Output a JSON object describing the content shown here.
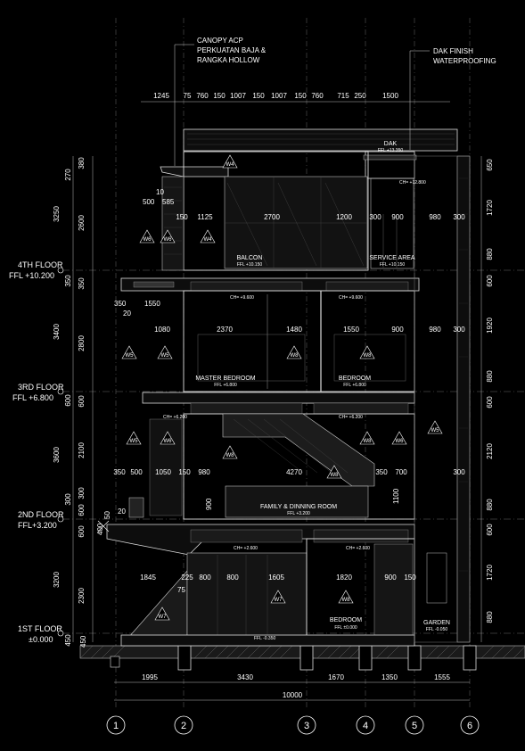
{
  "annotations": {
    "canopy": [
      "CANOPY ACP",
      "PERKUATAN BAJA &",
      "RANGKA HOLLOW"
    ],
    "roof_finish": [
      "DAK FINISH",
      "WATERPROOFING"
    ]
  },
  "floors": [
    {
      "name": "4TH FLOOR",
      "level": "FFL +10.200"
    },
    {
      "name": "3RD FLOOR",
      "level": "FFL +6.800"
    },
    {
      "name": "2ND FLOOR",
      "level": "FFL+3.200"
    },
    {
      "name": "1ST FLOOR",
      "level": "±0.000"
    }
  ],
  "rooms": [
    {
      "name": "DAK",
      "level": "FFL +13.350"
    },
    {
      "name": "BALCON",
      "level": "FFL +10.150"
    },
    {
      "name": "SERVICE AREA",
      "level": "FFL +10.150"
    },
    {
      "name": "MASTER BEDROOM",
      "level": "FFL +6.800"
    },
    {
      "name": "BEDROOM",
      "level": "FFL +6.800"
    },
    {
      "name": "FAMILY & DINNING ROOM",
      "level": "FFL +3.200"
    },
    {
      "name": "BEDROOM",
      "level": "FFL ±0.000"
    },
    {
      "name": "GARDEN",
      "level": "FFL -0.050"
    }
  ],
  "top_dims": [
    "1245",
    "75",
    "760",
    "150",
    "1007",
    "150",
    "1007",
    "150",
    "760",
    "715",
    "250",
    "1500"
  ],
  "row4_dims": [
    "150",
    "1125",
    "2700",
    "1200",
    "300",
    "900",
    "980",
    "300"
  ],
  "row3_dims": [
    "1080",
    "2370",
    "1480",
    "1550",
    "900",
    "980",
    "300"
  ],
  "row2_dims": [
    "350",
    "500",
    "1050",
    "150",
    "980",
    "4270",
    "350",
    "700",
    "300"
  ],
  "row1_dims": [
    "1845",
    "225",
    "800",
    "800",
    "1605",
    "1820",
    "900",
    "150"
  ],
  "misc_dims": [
    "10",
    "500",
    "585",
    "350",
    "1550",
    "20",
    "1100",
    "900",
    "75",
    "400",
    "50",
    "20",
    "450"
  ],
  "left_dims_outer": [
    "270",
    "3250",
    "350",
    "3400",
    "600",
    "3600",
    "300",
    "3200",
    "450"
  ],
  "left_dims_inner": [
    "380",
    "2600",
    "350",
    "2800",
    "600",
    "2100",
    "600",
    "300",
    "600",
    "2300"
  ],
  "right_dims": [
    "650",
    "1720",
    "880",
    "600",
    "1920",
    "880",
    "600",
    "2120",
    "880",
    "600",
    "1720",
    "880"
  ],
  "bottom_dims": [
    "1995",
    "3430",
    "1670",
    "1350",
    "1555"
  ],
  "bottom_total": "10000",
  "ceiling_tags": [
    "CH= +12.800",
    "CH= +9.600",
    "CH= +9.600",
    "CH= +6.200",
    "CH= +6.200",
    "CH= +2.600",
    "CH= +2.600"
  ],
  "slab_tags": [
    "FFL -0.350"
  ],
  "window_tags": [
    "W4",
    "W6",
    "W6",
    "W4",
    "W5",
    "W5",
    "W8",
    "W8",
    "W5",
    "W6",
    "W8",
    "W6",
    "W8",
    "W5",
    "W7",
    "W7",
    "W8",
    "W8"
  ],
  "grid_axes": [
    "1",
    "2",
    "3",
    "4",
    "5",
    "6"
  ]
}
